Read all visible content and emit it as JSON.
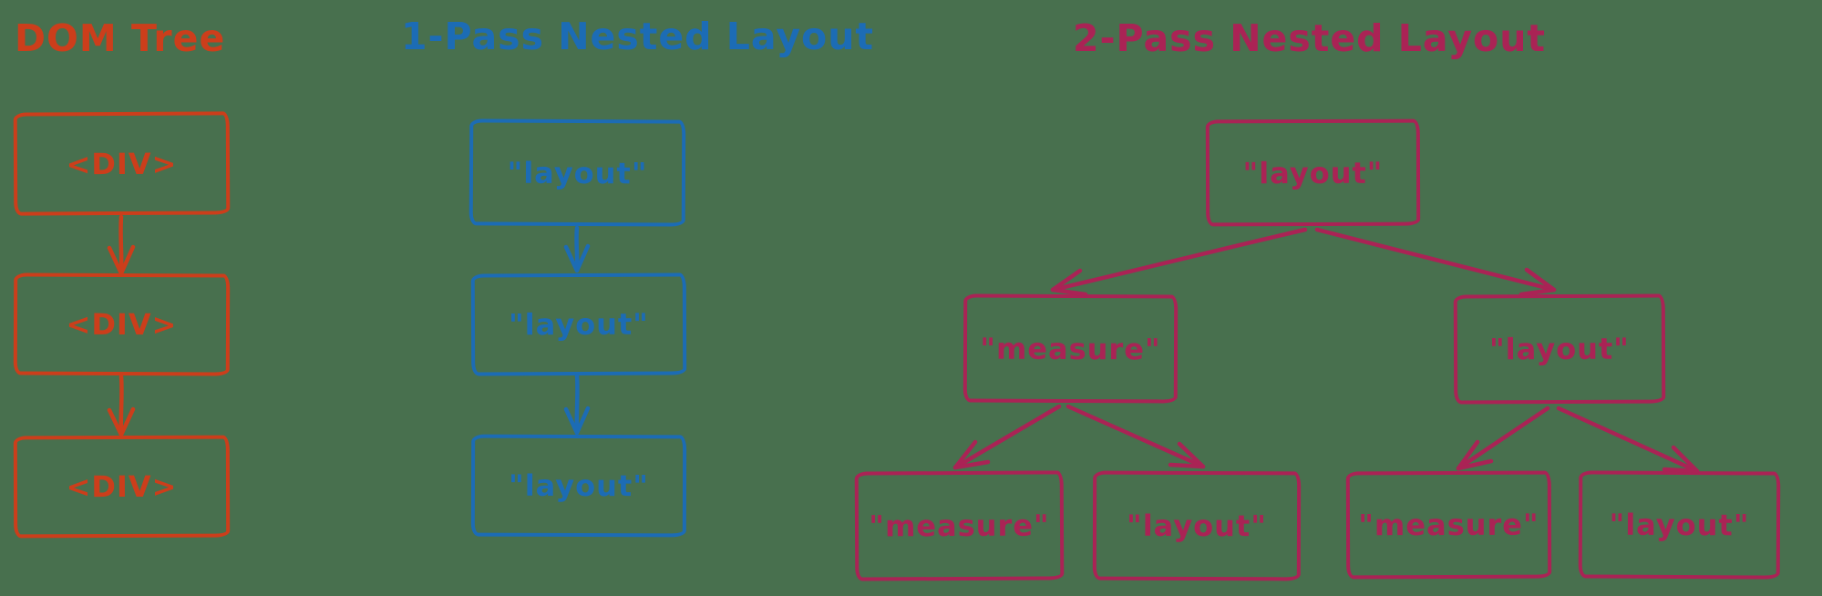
{
  "background_color": "#48704e",
  "diagrams": [
    {
      "id": "dom-tree",
      "title": "DOM Tree",
      "color": "#cc3e1b",
      "nodes": [
        "<DIV>",
        "<DIV>",
        "<DIV>"
      ],
      "edges": [
        [
          0,
          1
        ],
        [
          1,
          2
        ]
      ]
    },
    {
      "id": "one-pass-nested-layout",
      "title": "1-Pass Nested Layout",
      "color": "#1c6cb5",
      "nodes": [
        "\"layout\"",
        "\"layout\"",
        "\"layout\""
      ],
      "edges": [
        [
          0,
          1
        ],
        [
          1,
          2
        ]
      ]
    },
    {
      "id": "two-pass-nested-layout",
      "title": "2-Pass Nested Layout",
      "color": "#aa2355",
      "nodes": [
        "\"layout\"",
        "\"measure\"",
        "\"layout\"",
        "\"measure\"",
        "\"layout\"",
        "\"measure\"",
        "\"layout\""
      ],
      "edges": [
        [
          0,
          1
        ],
        [
          0,
          2
        ],
        [
          1,
          3
        ],
        [
          1,
          4
        ],
        [
          2,
          5
        ],
        [
          2,
          6
        ]
      ]
    }
  ]
}
